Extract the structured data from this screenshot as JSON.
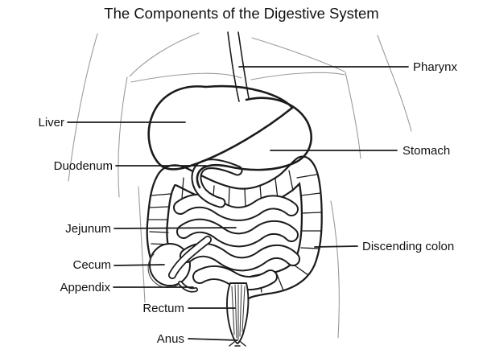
{
  "title": "The Components of the Digestive System",
  "labels": [
    {
      "id": "pharynx",
      "text": "Pharynx"
    },
    {
      "id": "liver",
      "text": "Liver"
    },
    {
      "id": "stomach",
      "text": "Stomach"
    },
    {
      "id": "duodenum",
      "text": "Duodenum"
    },
    {
      "id": "jejunum",
      "text": "Jejunum"
    },
    {
      "id": "cecum",
      "text": "Cecum"
    },
    {
      "id": "appendix",
      "text": "Appendix"
    },
    {
      "id": "rectum",
      "text": "Rectum"
    },
    {
      "id": "anus",
      "text": "Anus"
    },
    {
      "id": "descending_colon",
      "text": "Discending colon"
    }
  ],
  "colors": {
    "background": "#ffffff",
    "ink": "#1a1a1a",
    "body_outline": "#9b9b9b"
  }
}
